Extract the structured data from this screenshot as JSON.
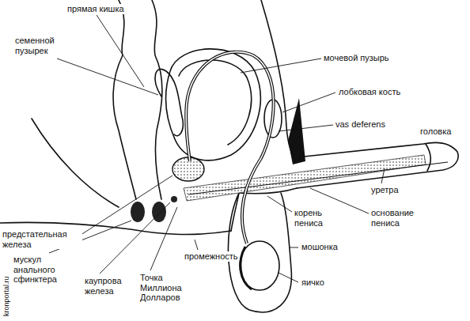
{
  "diagram": {
    "labels": [
      "прямая кишка",
      "семенной пузырек",
      "мочевой пузырь",
      "лобковая кость",
      "vas deferens",
      "головка",
      "уретра",
      "корень пениса",
      "основание пениса",
      "мошонка",
      "яичко",
      "промежность",
      "Точка Миллиона Долларов",
      "каупрова железа",
      "предстательная железа",
      "мускул анального сфинктера",
      "kronportal.ru"
    ]
  }
}
